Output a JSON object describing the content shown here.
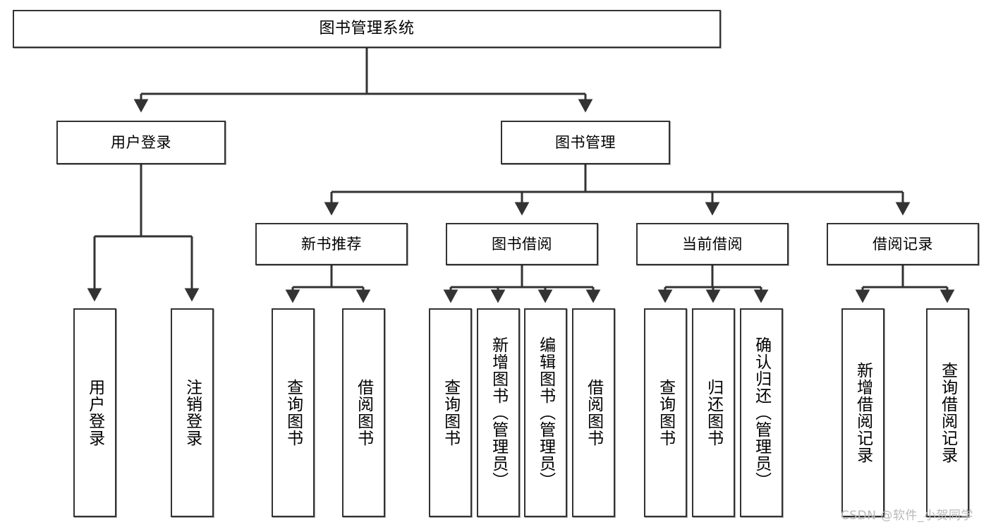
{
  "diagram": {
    "title": "图书管理系统",
    "type": "function-structure-tree",
    "stroke_color": "#333333",
    "fill_color": "#ffffff",
    "text_color": "#000000"
  },
  "nodes": {
    "root": {
      "label": "图书管理系统"
    },
    "level2": [
      {
        "label": "用户登录"
      },
      {
        "label": "图书管理"
      }
    ],
    "level3": [
      {
        "label": "新书推荐"
      },
      {
        "label": "图书借阅"
      },
      {
        "label": "当前借阅"
      },
      {
        "label": "借阅记录"
      }
    ],
    "leaves_user_login": [
      {
        "label": "用户登录"
      },
      {
        "label": "注销登录"
      }
    ],
    "leaves_new_book": [
      {
        "label": "查询图书"
      },
      {
        "label": "借阅图书"
      }
    ],
    "leaves_borrow": [
      {
        "label": "查询图书"
      },
      {
        "label": "新增图书（管理员）"
      },
      {
        "label": "编辑图书（管理员）"
      },
      {
        "label": "借阅图书"
      }
    ],
    "leaves_current": [
      {
        "label": "查询图书"
      },
      {
        "label": "归还图书"
      },
      {
        "label": "确认归还（管理员）"
      }
    ],
    "leaves_records": [
      {
        "label": "新增借阅记录"
      },
      {
        "label": "查询借阅记录"
      }
    ]
  },
  "watermark": {
    "text": "CSDN @软件_小贺同学",
    "color": "#b9b9b9"
  }
}
